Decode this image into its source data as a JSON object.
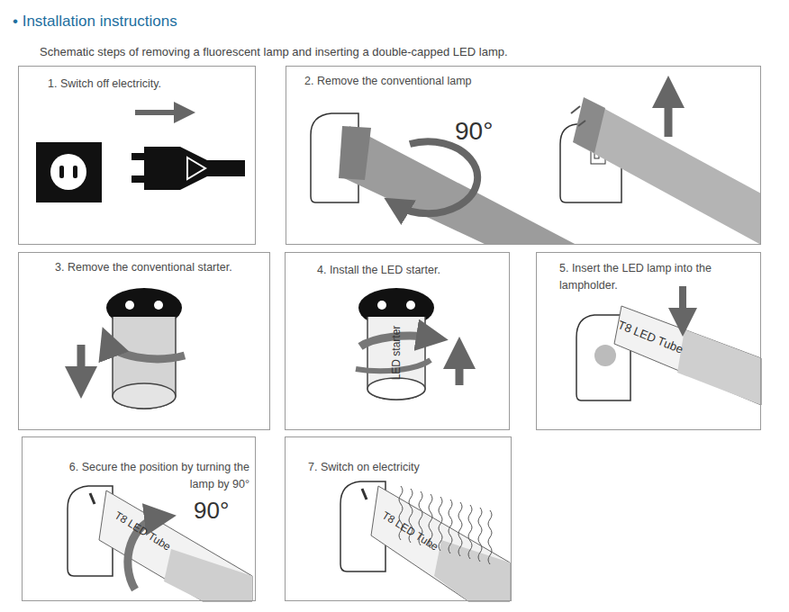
{
  "diagram": {
    "title": "• Installation instructions",
    "nodes": [
      {
        "text": [
          "1. Switch off electricity."
        ]
      },
      {
        "text": [
          "2. Remove the conventional lamp"
        ]
      },
      {
        "text": [
          "3. Remove the conventional starter."
        ]
      },
      {
        "text": [
          "4. Install the LED starter."
        ]
      },
      {
        "text": [
          "5. Insert the LED lamp into the lampholder."
        ]
      },
      {
        "text": [
          "6. Secure the position by turning the lamp by 90°"
        ]
      },
      {
        "text": [
          "7. Switch on electricity"
        ]
      }
    ],
    "labels": [
      "Schematic steps of removing a fluorescent lamp and inserting a double-capped LED lamp.",
      "90°",
      "LED starter",
      "T8 LED Tube",
      "90°",
      "T8 LED Tube",
      "T8 LED Tube"
    ]
  }
}
